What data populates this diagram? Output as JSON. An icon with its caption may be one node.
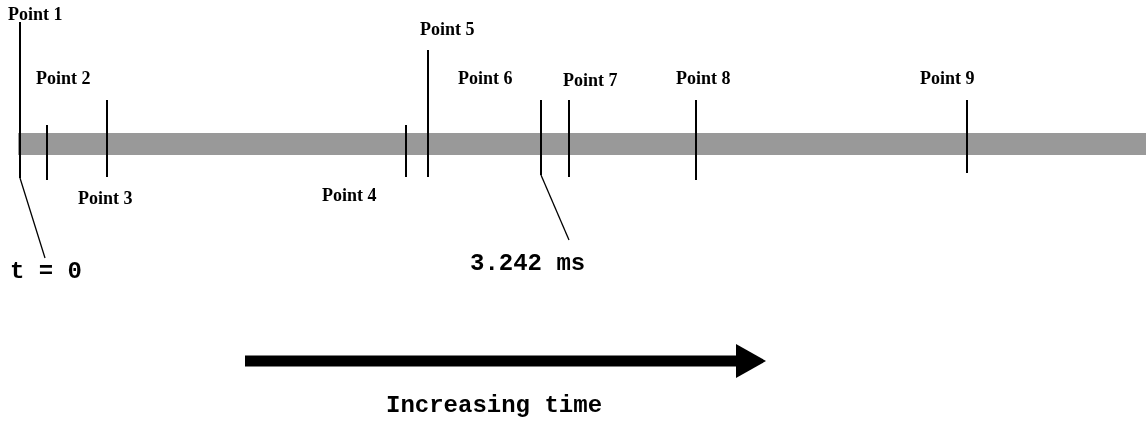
{
  "diagram": {
    "nodes": [
      {
        "text": [
          "t = 0"
        ]
      },
      {
        "text": [],
        "shape": "bar"
      },
      {
        "text": [
          "3.242 ms"
        ]
      },
      {
        "text": [],
        "shape": "bar"
      }
    ],
    "edges": [
      {
        "from": 0,
        "to": 1,
        "arrow": "none"
      },
      {
        "from": 2,
        "to": 3,
        "arrow": "none"
      }
    ],
    "labels": [
      "Point 1",
      "Point 5",
      "Point 2",
      "Point 6",
      "Point 7",
      "Point 8",
      "Point 9",
      "Point 3",
      "Point 4",
      "Increasing time"
    ]
  }
}
